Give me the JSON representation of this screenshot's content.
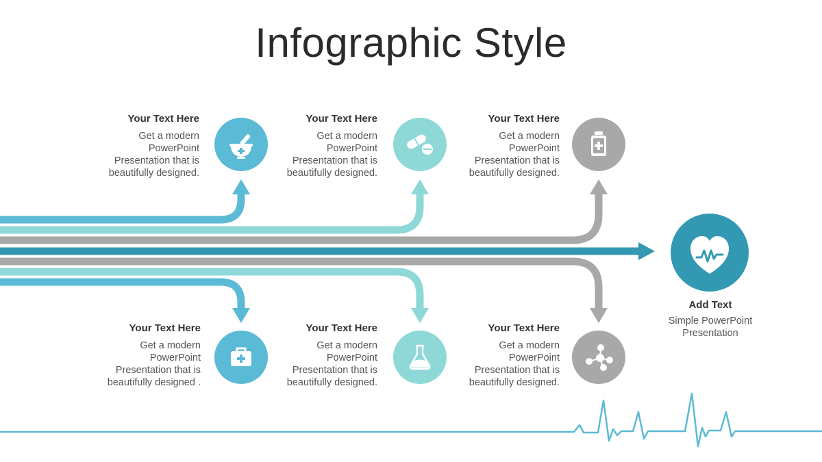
{
  "title": "Infographic Style",
  "colors": {
    "blue": "#5BBAD5",
    "teal_light": "#8ED8D8",
    "gray": "#A8A8A8",
    "teal_dark": "#3399B3",
    "heartbeat": "#5BBAD5"
  },
  "top_items": [
    {
      "heading": "Your Text Here",
      "lines": [
        "Get a modern",
        "PowerPoint",
        "Presentation that is",
        "beautifully designed."
      ],
      "icon": "mortar-pestle-icon",
      "color": "#5BBAD5"
    },
    {
      "heading": "Your Text Here",
      "lines": [
        "Get a modern",
        "PowerPoint",
        "Presentation that is",
        "beautifully designed."
      ],
      "icon": "pills-icon",
      "color": "#8ED8D8"
    },
    {
      "heading": "Your Text Here",
      "lines": [
        "Get a modern",
        "PowerPoint",
        "Presentation that is",
        "beautifully designed."
      ],
      "icon": "medicine-bottle-icon",
      "color": "#A8A8A8"
    }
  ],
  "bottom_items": [
    {
      "heading": "Your Text Here",
      "lines": [
        "Get a modern",
        "PowerPoint",
        "Presentation that is",
        "beautifully designed ."
      ],
      "icon": "first-aid-kit-icon",
      "color": "#5BBAD5"
    },
    {
      "heading": "Your Text Here",
      "lines": [
        "Get a modern",
        "PowerPoint",
        "Presentation that is",
        "beautifully designed."
      ],
      "icon": "flask-icon",
      "color": "#8ED8D8"
    },
    {
      "heading": "Your Text Here",
      "lines": [
        "Get a modern",
        "PowerPoint",
        "Presentation that is",
        "beautifully designed."
      ],
      "icon": "molecule-icon",
      "color": "#A8A8A8"
    }
  ],
  "center": {
    "heading": "Add Text",
    "lines": [
      "Simple PowerPoint",
      "Presentation"
    ],
    "icon": "heart-pulse-icon",
    "color": "#3399B3"
  }
}
